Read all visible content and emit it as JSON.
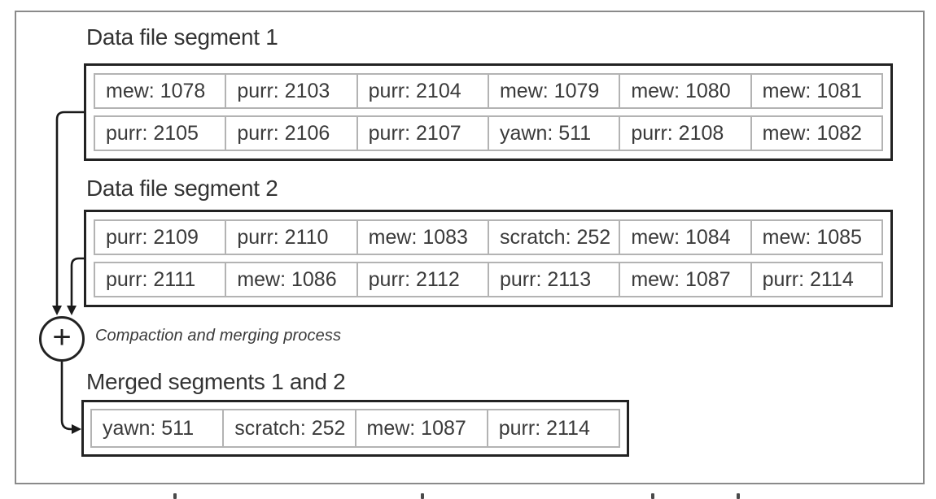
{
  "colors": {
    "frame_border": "#8a8a8a",
    "box_border": "#222222",
    "cell_border": "#b3b3b3",
    "text": "#333333",
    "cell_text": "#3a3a3a",
    "arrow": "#1a1a1a",
    "background": "#ffffff"
  },
  "segment1": {
    "title": "Data file segment 1",
    "rows": [
      [
        "mew: 1078",
        "purr: 2103",
        "purr: 2104",
        "mew: 1079",
        "mew: 1080",
        "mew: 1081"
      ],
      [
        "purr: 2105",
        "purr: 2106",
        "purr: 2107",
        "yawn: 511",
        "purr: 2108",
        "mew: 1082"
      ]
    ]
  },
  "segment2": {
    "title": "Data file segment 2",
    "rows": [
      [
        "purr: 2109",
        "purr: 2110",
        "mew: 1083",
        "scratch: 252",
        "mew: 1084",
        "mew: 1085"
      ],
      [
        "purr: 2111",
        "mew: 1086",
        "purr: 2112",
        "purr: 2113",
        "mew: 1087",
        "purr: 2114"
      ]
    ]
  },
  "merge": {
    "operator": "+",
    "label": "Compaction and merging process"
  },
  "merged": {
    "title": "Merged segments 1 and 2",
    "rows": [
      [
        "yawn: 511",
        "scratch: 252",
        "mew: 1087",
        "purr: 2114"
      ]
    ]
  }
}
